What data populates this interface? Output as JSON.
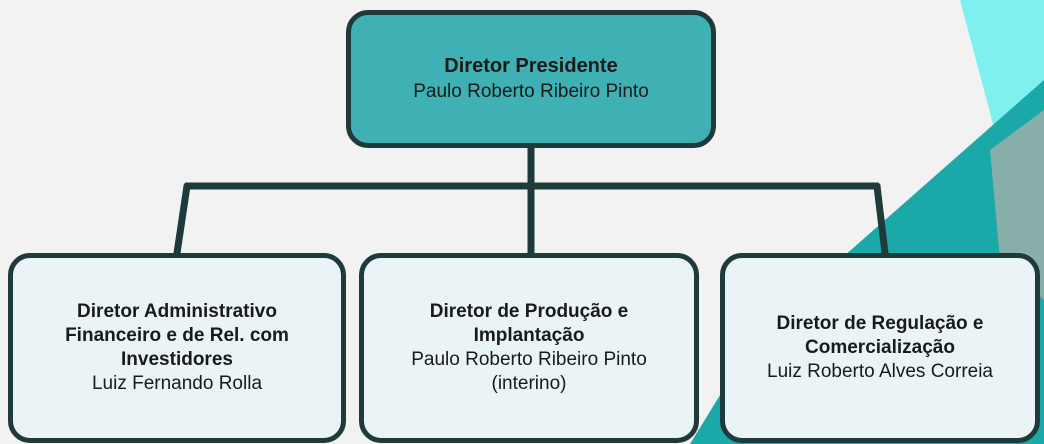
{
  "org_chart": {
    "top": {
      "title": "Diretor Presidente",
      "name": "Paulo Roberto Ribeiro Pinto"
    },
    "children": [
      {
        "title": "Diretor Administrativo Financeiro e de Rel. com Investidores",
        "name": "Luiz Fernando Rolla"
      },
      {
        "title": "Diretor de Produção e Implantação",
        "name": "Paulo Roberto Ribeiro Pinto (interino)"
      },
      {
        "title": "Diretor de Regulação e Comercialização",
        "name": "Luiz Roberto Alves Correia"
      }
    ]
  },
  "colors": {
    "top_box_fill": "#3fb0b3",
    "child_box_fill": "#eaf4f6",
    "border": "#1f3a3a",
    "accent_teal": "#1aa8a8",
    "accent_cyan": "#7ff0f0",
    "background": "#f2f2f2"
  }
}
